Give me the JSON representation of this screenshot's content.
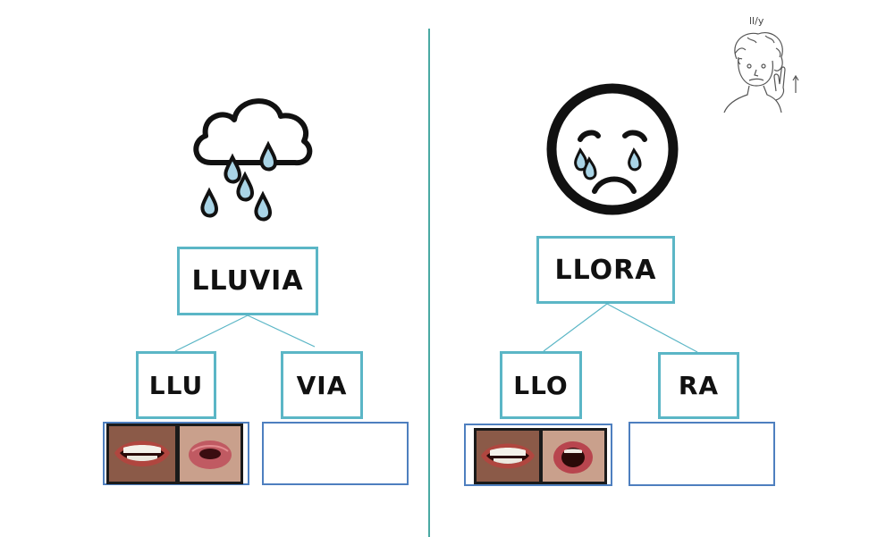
{
  "left": {
    "word": "LLUVIA",
    "syllables": [
      "LLU",
      "VIA"
    ],
    "pictogram": "rain-cloud-icon",
    "mouth_images": [
      "mouth-open-smile",
      "mouth-pursed-u"
    ]
  },
  "right": {
    "word": "LLORA",
    "syllables": [
      "LLO",
      "RA"
    ],
    "pictogram": "crying-face-icon",
    "mouth_images": [
      "mouth-open-smile",
      "mouth-rounded-o"
    ]
  },
  "signer": {
    "label": "ll/y",
    "icon": "sign-language-person-icon"
  },
  "colors": {
    "word_border": "#5bb6c6",
    "slot_border": "#4e7fbf",
    "connector": "#5bb6c6",
    "divider": "#4aa9a3",
    "raindrop": "#a9d4e6"
  }
}
